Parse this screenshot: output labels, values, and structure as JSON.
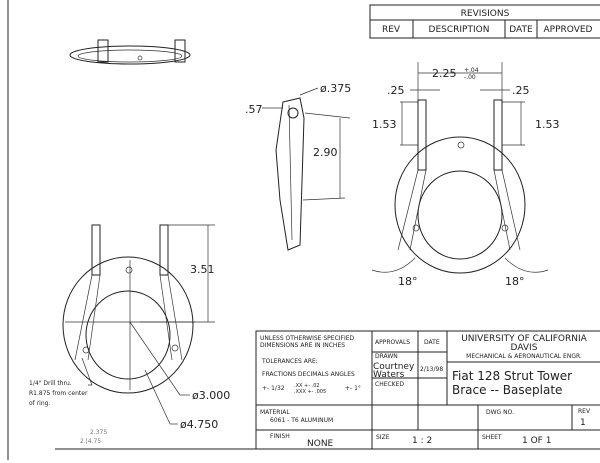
{
  "revisions": {
    "title": "REVISIONS",
    "columns": [
      "REV",
      "DESCRIPTION",
      "DATE",
      "APPROVED"
    ]
  },
  "dimensions": {
    "side_hole": "ø.375",
    "side_offset": ".57",
    "side_length": "2.90",
    "top_width": "2.25",
    "top_tol_plus": "+.04",
    "top_tol_minus": "-.00",
    "tab_left": ".25",
    "tab_right": ".25",
    "height_left": "1.53",
    "height_right": "1.53",
    "angle_left": "18°",
    "angle_right": "18°",
    "front_height": "3.51",
    "inner_dia": "ø3.000",
    "outer_dia": "ø4.750"
  },
  "notes": {
    "drill_line1": "1/4\" Drill thru.",
    "drill_line2": "R1.875 from center",
    "drill_line3": "of ring.",
    "hand_1": "2.375",
    "hand_2": "2.|4.75"
  },
  "title_block": {
    "spec_line1": "UNLESS OTHERWISE SPECIFIED",
    "spec_line2": "DIMENSIONS ARE IN INCHES",
    "tolerances": "TOLERANCES ARE:",
    "tol_headers": "FRACTIONS  DECIMALS  ANGLES",
    "tol_frac": "+- 1/32",
    "tol_dec1": ".XX +- .02",
    "tol_dec2": ".XXX +- .005",
    "tol_ang": "+- 1°",
    "approvals": "APPROVALS",
    "date": "DATE",
    "drawn": "DRAWN",
    "drawn_name1": "Courtney",
    "drawn_name2": "Waters",
    "drawn_date": "2/13/98",
    "checked": "CHECKED",
    "org1": "UNIVERSITY OF CALIFORNIA",
    "org2": "DAVIS",
    "org3": "MECHANICAL & AERONAUTICAL ENGR.",
    "title1": "Fiat 128 Strut Tower",
    "title2": "Brace -- Baseplate",
    "material_label": "MATERIAL",
    "material": "6061 - T6 ALUMINUM",
    "dwg_no": "DWG NO.",
    "rev_label": "REV",
    "rev": "1",
    "finish_label": "FINISH",
    "finish": "NONE",
    "size_label": "SIZE",
    "size": "1 : 2",
    "sheet_label": "SHEET",
    "sheet": "1 OF 1"
  }
}
